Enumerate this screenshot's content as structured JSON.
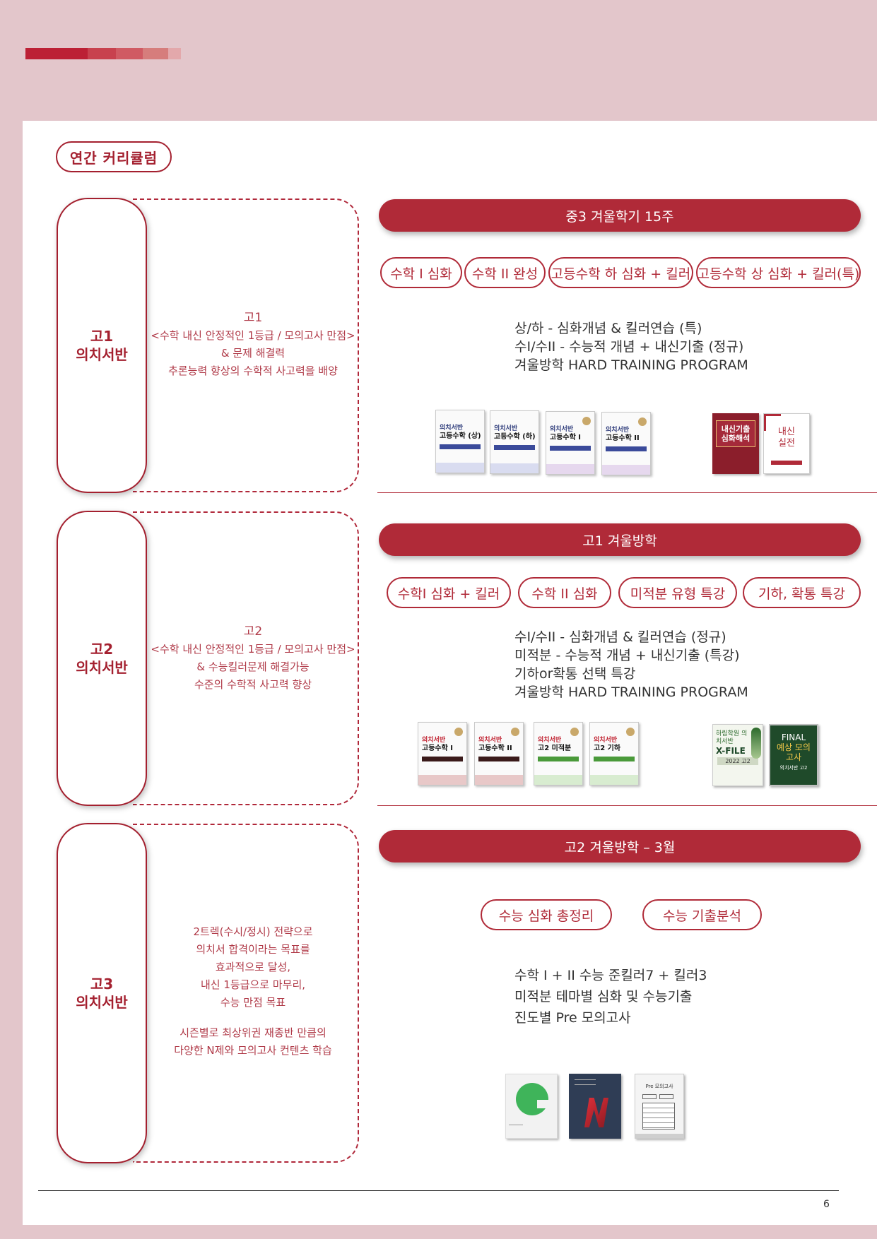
{
  "header": {
    "stripe_colors": [
      "#bc2035",
      "#c8414e",
      "#d05a63",
      "#d67d7c",
      "#e3a8ab"
    ]
  },
  "title": "연간 커리큘럼",
  "sections": [
    {
      "side_label": [
        "고1",
        "의치서반"
      ],
      "desc": [
        "고1",
        "<수학 내신 안정적인 1등급 / 모의고사 만점>",
        "& 문제 해결력",
        "추론능력 향상의 수학적 사고력을 배양"
      ],
      "banner": "중3 겨울학기 15주",
      "chips": [
        "수학 Ⅰ 심화",
        "수학 II 완성",
        "고등수학 하 심화 + 킬러",
        "고등수학 상 심화 + 킬러(특)"
      ],
      "lines": [
        "상/하 - 심화개념 & 킬러연습 (특)",
        "수I/수II - 수능적 개념 + 내신기출 (정규)",
        "겨울방학 HARD TRAINING PROGRAM"
      ],
      "books": [
        {
          "t1": "의치서반",
          "t2": "고등수학 (상)",
          "band": "#3a4a9a",
          "bottom": "#d9dcf0"
        },
        {
          "t1": "의치서반",
          "t2": "고등수학 (하)",
          "band": "#3a4a9a",
          "bottom": "#d9dcf0"
        },
        {
          "t1": "의치서반",
          "t2": "고등수학 I",
          "band": "#3a4a9a",
          "bottom": "#e6d8ee"
        },
        {
          "t1": "의치서반",
          "t2": "고등수학 II",
          "band": "#3a4a9a",
          "bottom": "#e6d8ee"
        }
      ],
      "extra_books": [
        {
          "line1": "내신기출",
          "line2": "심화해석",
          "bg": "#8b1e2b",
          "fg": "#ffffff"
        },
        {
          "line1": "내신",
          "line2": "실전",
          "bg": "#ffffff",
          "fg": "#b02a38"
        }
      ]
    },
    {
      "side_label": [
        "고2",
        "의치서반"
      ],
      "desc": [
        "고2",
        "<수학 내신 안정적인 1등급 / 모의고사 만점>",
        "& 수능킬러문제 해결가능",
        "수준의 수학적 사고력 향상"
      ],
      "banner": "고1 겨울방학",
      "chips": [
        "수학Ⅰ 심화 + 킬러",
        "수학 II 심화",
        "미적분 유형 특강",
        "기하, 확통 특강"
      ],
      "lines": [
        "수I/수II - 심화개념 & 킬러연습 (정규)",
        "미적분 - 수능적 개념 + 내신기출 (특강)",
        "기하or확통 선택 특강",
        "겨울방학 HARD TRAINING PROGRAM"
      ],
      "books": [
        {
          "t1": "의치서반",
          "t2": "고등수학 I",
          "band": "#3a1a1a",
          "bottom": "#e8c8c8"
        },
        {
          "t1": "의치서반",
          "t2": "고등수학 II",
          "band": "#3a1a1a",
          "bottom": "#e8c8c8"
        },
        {
          "t1": "의치서반",
          "t2": "고2 미적분",
          "band": "#4a9a3a",
          "bottom": "#d8ecd0"
        },
        {
          "t1": "의치서반",
          "t2": "고2 기하",
          "band": "#4a9a3a",
          "bottom": "#d8ecd0"
        }
      ],
      "extra_books": [
        {
          "line1": "하림학원 의치서반",
          "line2": "X-FILE",
          "line3": "2022 고2",
          "bg": "#f3f6ee",
          "fg": "#2d6a2d"
        },
        {
          "line1": "FINAL",
          "line2": "예상 모의고사",
          "line3": "의치서반 고2",
          "bg": "#1f4a2a",
          "fg": "#ffffff"
        }
      ]
    },
    {
      "side_label": [
        "고3",
        "의치서반"
      ],
      "desc": [
        "2트렉(수시/정시) 전략으로",
        "의치서 합격이라는 목표를",
        "효과적으로 달성,",
        "내신 1등급으로 마무리,",
        "수능 만점 목표",
        "",
        "시즌별로 최상위권 재종반 만큼의",
        "다양한 N제와 모의고사 컨텐츠 학습"
      ],
      "banner": "고2 겨울방학 – 3월",
      "chips": [
        "수능 심화 총정리",
        "수능 기출분석"
      ],
      "lines": [
        "수학 Ⅰ + II  수능 준킬러7 + 킬러3",
        "미적분 테마별 심화 및 수능기출",
        "진도별 Pre 모의고사"
      ],
      "pre_book_label": "Pre 모의고사"
    }
  ],
  "page_number": "6"
}
